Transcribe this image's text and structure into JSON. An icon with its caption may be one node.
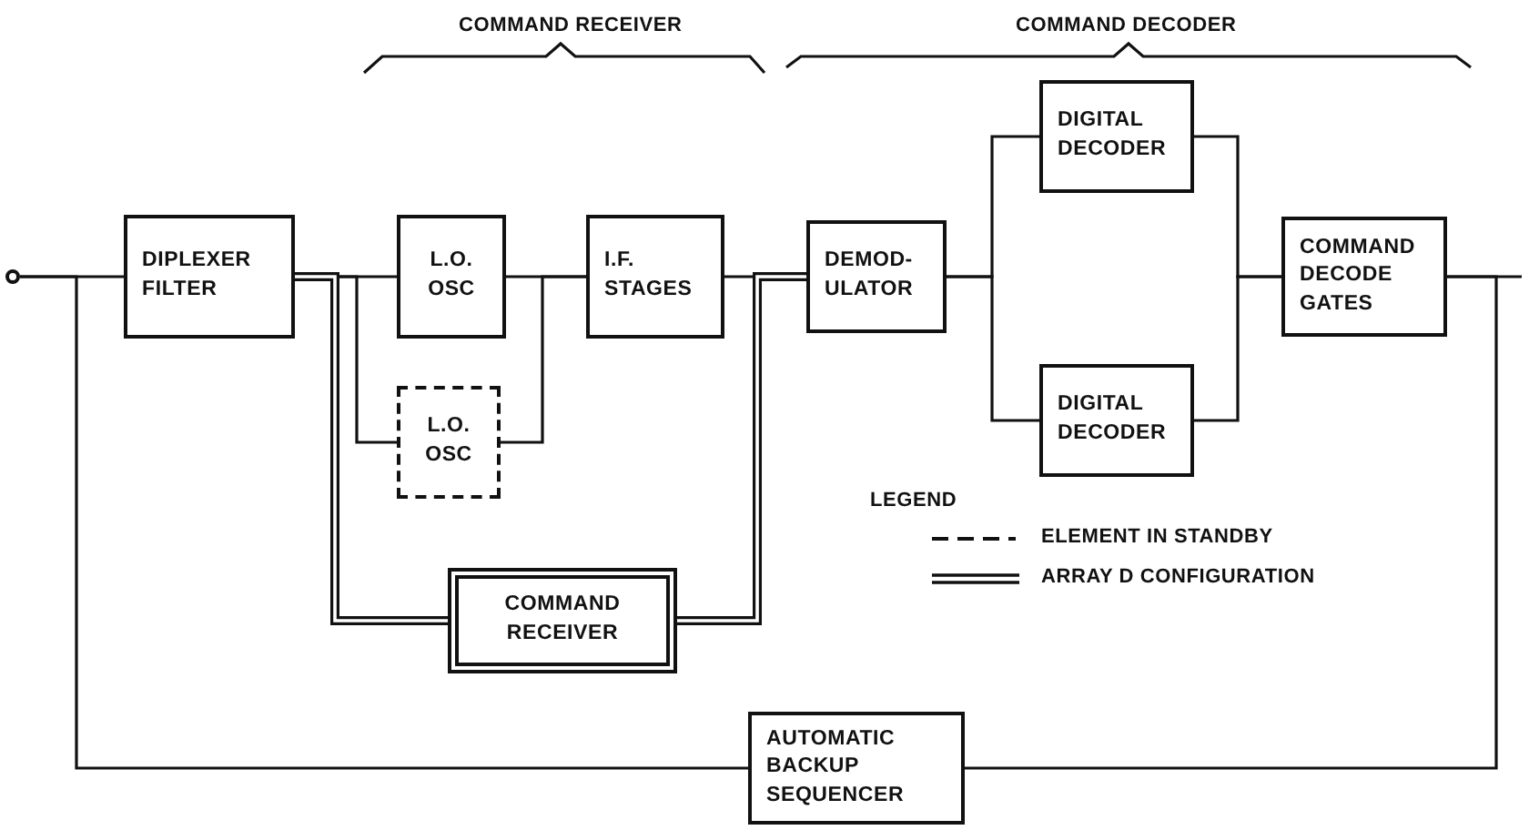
{
  "diagram": {
    "nodes": [
      {
        "text": [],
        "shape": "circle"
      },
      {
        "text": [
          "DIPLEXER FILTER"
        ]
      },
      {
        "text": [
          "L.O. OSC"
        ]
      },
      {
        "text": [
          "I.F. STAGES"
        ]
      },
      {
        "text": [
          "L.O. OSC"
        ]
      },
      {
        "text": [
          "COMMAND RECEIVER"
        ]
      },
      {
        "text": [
          "DEMOD- ULATOR"
        ]
      },
      {
        "text": [
          "DIGITAL DECODER"
        ]
      },
      {
        "text": [
          "DIGITAL DECODER"
        ]
      },
      {
        "text": [
          "COMMAND DECODE GATES"
        ]
      },
      {
        "text": [
          "AUTOMATIC BACKUP SEQUENCER"
        ]
      }
    ],
    "edges": [
      {
        "from": 0,
        "to": 1,
        "arrow": "none"
      },
      {
        "from": 1,
        "to": 2,
        "arrow": "none"
      },
      {
        "from": 2,
        "to": 3,
        "arrow": "none"
      },
      {
        "from": 3,
        "to": 6,
        "arrow": "none"
      },
      {
        "from": 6,
        "to": 7,
        "arrow": "none"
      },
      {
        "from": 6,
        "to": 8,
        "arrow": "none"
      },
      {
        "from": 7,
        "to": 9,
        "arrow": "none"
      },
      {
        "from": 8,
        "to": 9,
        "arrow": "none"
      },
      {
        "from": 9,
        "to": null,
        "arrow": "none"
      },
      {
        "from": 1,
        "to": 4,
        "arrow": "none"
      },
      {
        "from": 4,
        "to": 3,
        "arrow": "none"
      },
      {
        "from": 1,
        "to": 5,
        "arrow": "none",
        "style": "thick"
      },
      {
        "from": 5,
        "to": 6,
        "arrow": "none",
        "style": "thick"
      },
      {
        "from": 0,
        "to": 10,
        "arrow": "none"
      },
      {
        "from": 10,
        "to": 9,
        "arrow": "none"
      }
    ],
    "labels": [
      "COMMAND RECEIVER",
      "COMMAND DECODER",
      "LEGEND"
    ],
    "legend": [
      {
        "text": "ELEMENT IN STANDBY"
      },
      {
        "text": "ARRAY D CONFIGURATION"
      }
    ]
  }
}
